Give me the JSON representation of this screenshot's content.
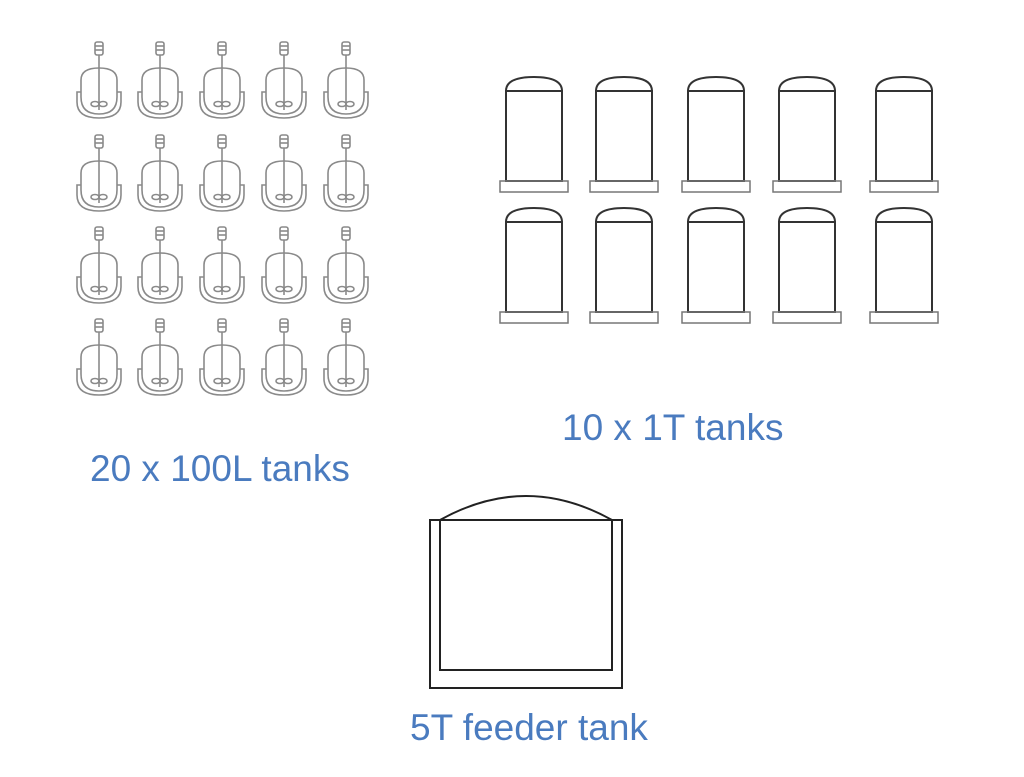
{
  "labels": {
    "small_tanks": "20 x 100L tanks",
    "medium_tanks": "10 x 1T tanks",
    "feeder_tank": "5T feeder tank"
  },
  "counts": {
    "small_tanks": 20,
    "medium_tanks": 10,
    "feeder_tank": 1
  },
  "colors": {
    "label": "#4a7bbf",
    "stroke": "#333333",
    "stroke_light": "#8a8a8a"
  }
}
